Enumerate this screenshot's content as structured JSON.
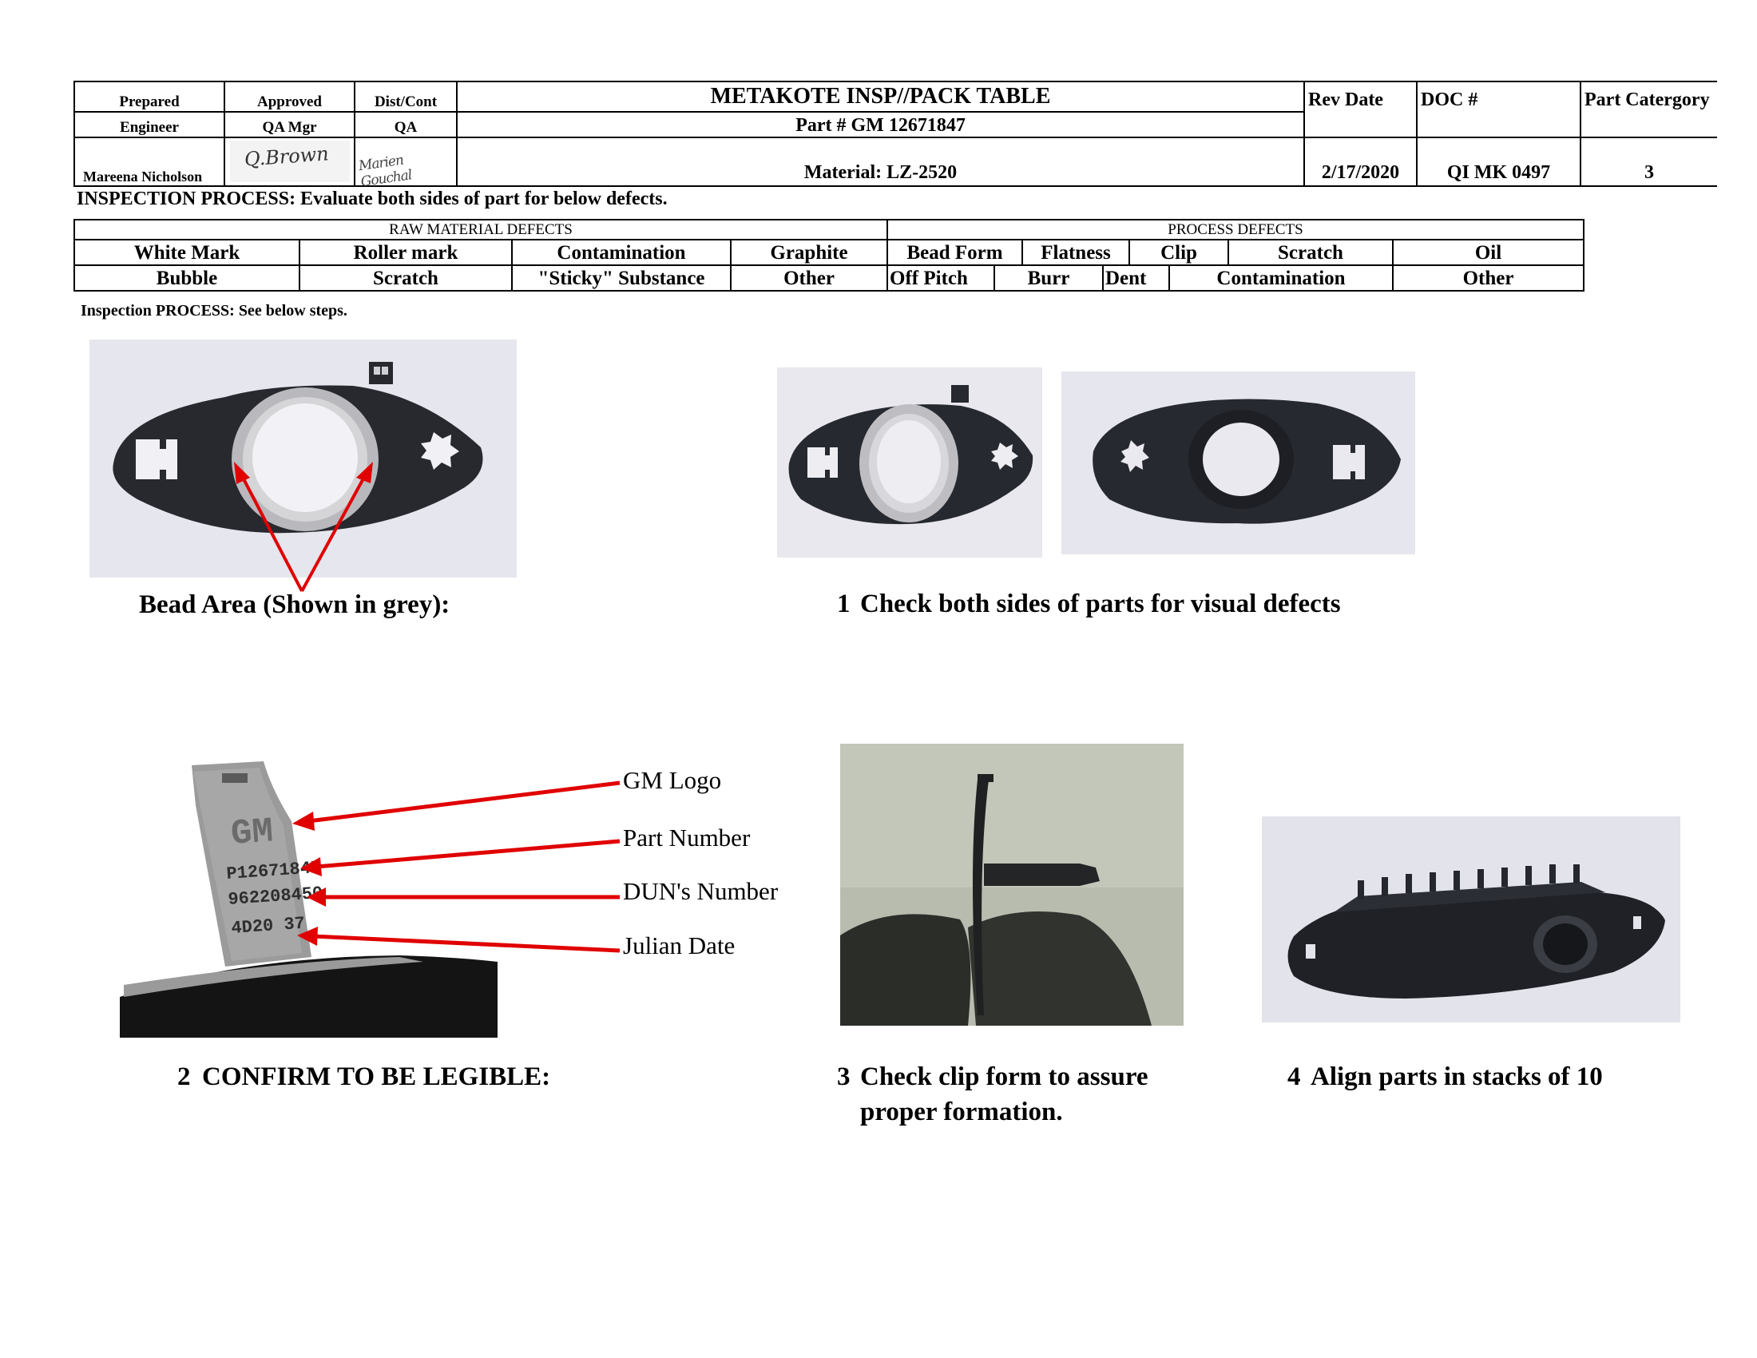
{
  "header": {
    "prepared_label": "Prepared",
    "approved_label": "Approved",
    "distcont_label": "Dist/Cont",
    "title": "METAKOTE  INSP//PACK  TABLE",
    "rev_date_label": "Rev Date",
    "doc_label": "DOC #",
    "part_category_label": "Part Catergory",
    "engineer_label": "Engineer",
    "qa_mgr_label": "QA Mgr",
    "qa_label": "QA",
    "part_number": "Part #  GM 12671847",
    "prepared_by": "Mareena Nicholson",
    "material": "Material:  LZ-2520",
    "rev_date": "2/17/2020",
    "doc_number": "QI MK 0497",
    "part_category": "3",
    "approved_signature": "Q.Brown",
    "distcont_signature": "Marien Gouchal"
  },
  "inspection_process": "INSPECTION  PROCESS:  Evaluate both sides of part for below defects.",
  "defects": {
    "raw_header": "RAW  MATERIAL  DEFECTS",
    "process_header": "PROCESS  DEFECTS",
    "raw_row1": [
      "White Mark",
      "Roller mark",
      "Contamination",
      "Graphite"
    ],
    "raw_row2": [
      "Bubble",
      "Scratch",
      "\"Sticky\" Substance",
      "Other"
    ],
    "process_row1": [
      "Bead Form",
      "Flatness",
      "Clip",
      "Scratch",
      "Oil"
    ],
    "process_row2": [
      "Off Pitch",
      "Burr",
      "Dent",
      "Contamination",
      "Other"
    ]
  },
  "steps_intro": "Inspection  PROCESS:  See below steps.",
  "captions": {
    "bead_area": "Bead Area (Shown in grey):",
    "step1_num": "1",
    "step1": "Check both sides of parts for visual defects",
    "step2_num": "2",
    "step2": "CONFIRM TO BE LEGIBLE:",
    "step3_num": "3",
    "step3_line1": "Check clip form to assure",
    "step3_line2": "proper formation.",
    "step4_num": "4",
    "step4": "Align parts in stacks of 10"
  },
  "callouts": [
    "GM Logo",
    "Part Number",
    "DUN's Number",
    "Julian Date"
  ],
  "stamp_lines": [
    "GM",
    "P12671847",
    "962208450",
    "4D20  37"
  ],
  "colors": {
    "arrow": "#e00000",
    "part": "#26292f",
    "photo_bg": "#e6e6ee"
  }
}
